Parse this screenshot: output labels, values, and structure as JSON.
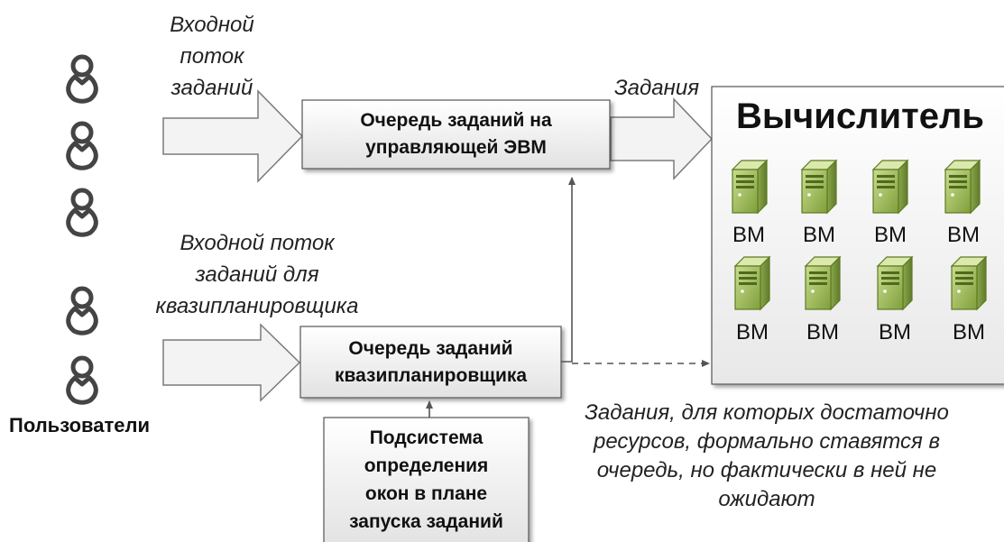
{
  "labels": {
    "input_stream": "Входной\nпоток\nзаданий",
    "quasi_stream": "Входной поток\nзаданий для\nквазипланировщика",
    "tasks": "Задания",
    "users": "Пользователи",
    "sufficient_note": "Задания, для которых достаточно\nресурсов, формально ставятся в\nочередь, но фактически в ней не\nожидают"
  },
  "boxes": {
    "control_queue": "Очередь заданий на\nуправляющей ЭВМ",
    "quasi_queue": "Очередь заданий\nквазипланировщика",
    "subsystem": "Подсистема\nопределения\nокон в плане\nзапуска заданий"
  },
  "computer": {
    "title": "Вычислитель",
    "vm_label": "ВМ",
    "vm_count": 8
  },
  "colors": {
    "server_green": "#9bbb59",
    "server_dark": "#6f8b35",
    "arrow_fill": "#f3f3f3",
    "stroke": "#555555"
  }
}
